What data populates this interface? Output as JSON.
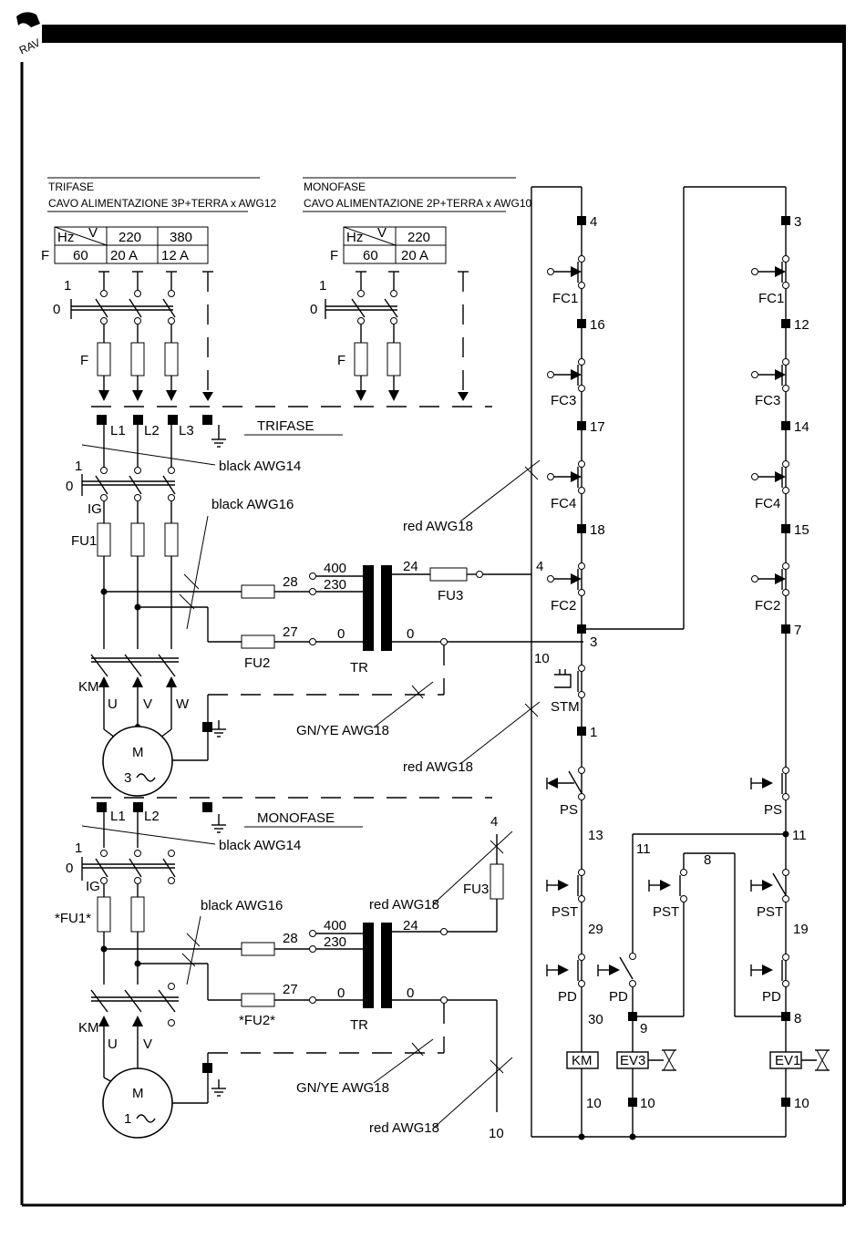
{
  "logo": {
    "text": "RAV"
  },
  "headers": {
    "trifase": {
      "line1": "TRIFASE",
      "line2": "CAVO ALIMENTAZIONE 3P+TERRA x AWG12"
    },
    "monofase": {
      "line1": "MONOFASE",
      "line2": "CAVO ALIMENTAZIONE 2P+TERRA x AWG10"
    }
  },
  "fuse_tables": {
    "trifase": {
      "hz": "Hz",
      "v": "V",
      "row_label": "F",
      "voltages": [
        "220",
        "380"
      ],
      "freq": "60",
      "currents": [
        "20 A",
        "12 A"
      ]
    },
    "monofase": {
      "hz": "Hz",
      "v": "V",
      "row_label": "F",
      "voltages": [
        "220"
      ],
      "freq": "60",
      "currents": [
        "20 A"
      ]
    }
  },
  "sections": {
    "trifase": "TRIFASE",
    "monofase": "MONOFASE"
  },
  "phases3": [
    "L1",
    "L2",
    "L3"
  ],
  "phases1": [
    "L1",
    "L2"
  ],
  "components": {
    "F": "F",
    "FU1": "FU1",
    "FU1_star": "*FU1*",
    "FU2": "FU2",
    "FU2_star": "*FU2*",
    "FU3": "FU3",
    "IG": "IG",
    "KM": "KM",
    "TR": "TR",
    "M": "M",
    "phase3": "3",
    "phase1": "1",
    "U": "U",
    "V": "V",
    "W": "W",
    "one": "1",
    "zero": "0"
  },
  "transformer": {
    "p1": "400",
    "p2": "230",
    "s1": "24",
    "s0": "0",
    "w28": "28",
    "w27": "27",
    "w0": "0"
  },
  "cables": {
    "black14": "black AWG14",
    "black16": "black AWG16",
    "red18": "red AWG18",
    "gnye18": "GN/YE AWG18"
  },
  "ladder": {
    "left": {
      "top_num": "4",
      "nodes": [
        "16",
        "17",
        "18"
      ],
      "switches": [
        "FC1",
        "FC3",
        "FC4",
        "FC2"
      ],
      "wire4": "4",
      "node3": "3",
      "stm_label": "STM",
      "stm_num": "10",
      "node1": "1",
      "ps": "PS",
      "n13": "13",
      "pst": "PST",
      "n29": "29",
      "pd": "PD",
      "n30": "30",
      "km": "KM",
      "n10": "10"
    },
    "right": {
      "top_num": "3",
      "nodes": [
        "12",
        "14",
        "15"
      ],
      "switches": [
        "FC1",
        "FC3",
        "FC4",
        "FC2"
      ],
      "node7": "7",
      "ps": "PS",
      "n11": "11",
      "pst": "PST",
      "n19": "19",
      "pd": "PD",
      "n8": "8",
      "ev1": "EV1",
      "n10": "10"
    },
    "middle": {
      "n11": "11",
      "n8": "8",
      "pst": "PST",
      "pd": "PD",
      "n9": "9",
      "ev3": "EV3",
      "n10": "10"
    },
    "mono_fu3_wire": "4",
    "mono_red_wire": "10"
  }
}
